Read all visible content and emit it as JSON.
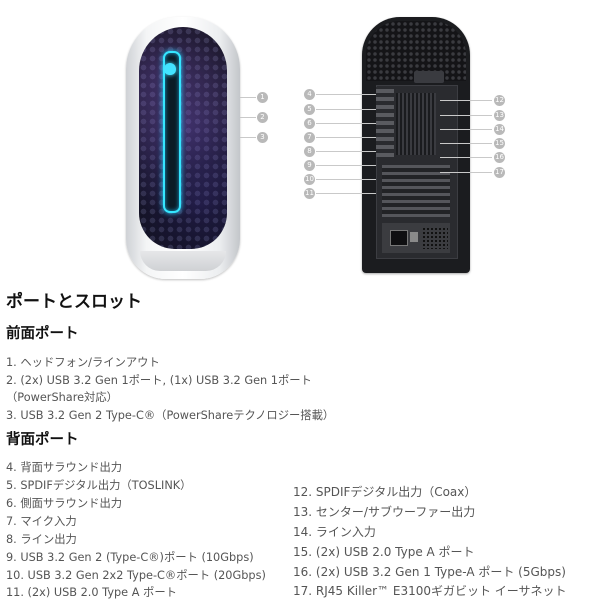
{
  "figure": {
    "front_callouts": [
      "1",
      "2",
      "3"
    ],
    "back_callouts_left": [
      "4",
      "5",
      "6",
      "7",
      "8",
      "9",
      "10",
      "11"
    ],
    "back_callouts_right": [
      "12",
      "13",
      "14",
      "15",
      "16",
      "17"
    ]
  },
  "heading": "ポートとスロット",
  "front": {
    "title": "前面ポート",
    "items": [
      "1. ヘッドフォン/ラインアウト",
      "2. (2x) USB 3.2 Gen 1ポート, (1x) USB 3.2 Gen 1ポート",
      "（PowerShare対応）",
      "3. USB 3.2 Gen 2 Type-C®（PowerShareテクノロジー搭載）"
    ]
  },
  "back": {
    "title": "背面ポート",
    "left_items": [
      "4. 背面サラウンド出力",
      "5. SPDIFデジタル出力（TOSLINK）",
      "6. 側面サラウンド出力",
      "7. マイク入力",
      "8. ライン出力",
      "9. USB 3.2 Gen 2 (Type-C®)ポート (10Gbps)",
      "10. USB 3.2 Gen 2x2 Type-C®ポート (20Gbps)",
      "11. (2x) USB 2.0 Type A ポート"
    ],
    "right_items": [
      "12. SPDIFデジタル出力（Coax）",
      "13. センター/サブウーファー出力",
      "14. ライン入力",
      "15. (2x) USB 2.0 Type A ポート",
      "16. (2x) USB 3.2 Gen 1 Type-A ポート (5Gbps)",
      "17. RJ45 Killer™ E3100ギガビット イーサネット"
    ]
  }
}
